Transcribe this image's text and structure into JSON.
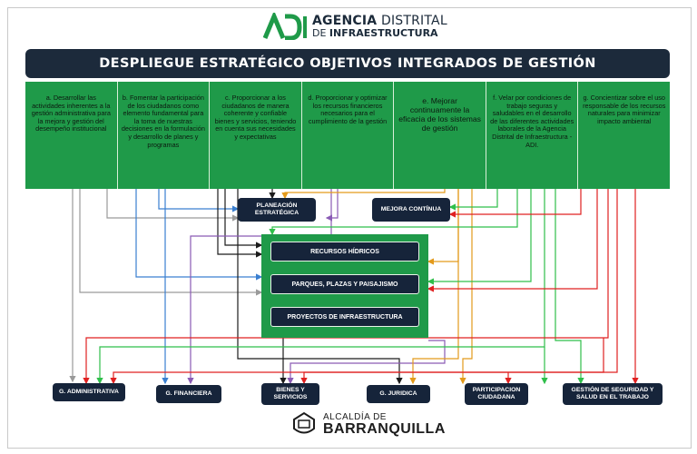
{
  "header": {
    "logo_mark": "ADI",
    "org_line1_a": "AGENCIA",
    "org_line1_b": " DISTRITAL",
    "org_line2_a": "DE ",
    "org_line2_b": "INFRAESTRUCTURA"
  },
  "title": "DESPLIEGUE ESTRATÉGICO OBJETIVOS INTEGRADOS DE GESTIÓN",
  "objectives": [
    "a.  Desarrollar las actividades inherentes a la gestión administrativa para la mejora y gestión del desempeño institucional",
    "b. Fomentar la participación de los ciudadanos como elemento fundamental para la toma de nuestras decisiones en la formulación y desarrollo de planes y programas",
    "c. Proporcionar a los ciudadanos de manera coherente y confiable bienes y servicios, teniendo en cuenta sus necesidades y expectativas",
    "d. Proporcionar y optimizar los recursos financieros necesarios para el cumplimiento de la gestión",
    "e. Mejorar continuamente la eficacia de los sistemas de gestión",
    "f. Velar por condiciones de trabajo seguras y saludables en el desarrollo de las diferentes actividades laborales de la Agencia Distrital de Infraestructura -ADI.",
    "g.  Concientizar sobre el uso responsable de los recursos naturales para minimizar impacto ambiental"
  ],
  "processes": {
    "planeacion": "PLANEACIÓN ESTRATÉGICA",
    "mejora": "MEJORA CONTÍNUA",
    "recursos": "RECURSOS HÍDRICOS",
    "parques": "PARQUES, PLAZAS Y PAISAJISMO",
    "proyectos": "PROYECTOS DE INFRAESTRUCTURA"
  },
  "support": {
    "administrativa": "G. ADMINISTRATIVA",
    "financiera": "G. FINANCIERA",
    "bienes": "BIENES Y SERVICIOS",
    "juridica": "G. JURIDICA",
    "participacion": "PARTICIPACION CIUDADANA",
    "sst": "GESTIÓN DE SEGURIDAD Y SALUD EN EL TRABAJO"
  },
  "footer": {
    "line1": "ALCALDÍA DE",
    "line2": "BARRANQUILLA"
  },
  "colors": {
    "navy": "#1c2a3b",
    "green": "#1f9a49",
    "red": "#e02020",
    "orange": "#e39a1b",
    "purple": "#8a5bb5",
    "blue": "#3a7fd0",
    "light_green": "#2fbf4a",
    "gray": "#9a9a9a"
  }
}
